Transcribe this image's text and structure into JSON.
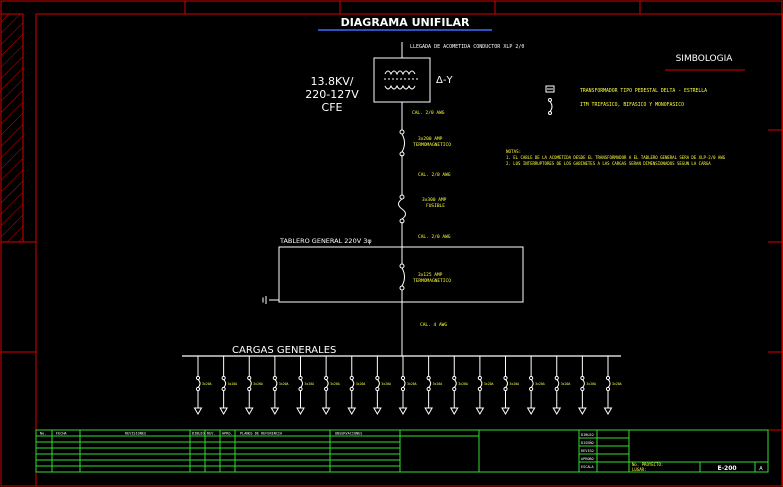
{
  "title": "DIAGRAMA UNIFILAR",
  "symbology_title": "SIMBOLOGIA",
  "supply": {
    "line1": "13.8KV/",
    "line2": "220-127V",
    "line3": "CFE",
    "connection_symbol": "Δ-Y",
    "service_entry": "LLEGADA DE ACOMETIDA CONDUCTOR XLP 2/0"
  },
  "single_line": {
    "cal_1": "CAL. 2/0 AWG",
    "breaker_main": "3x200 AMP",
    "breaker_main_type": "TERMOMAGNETICO",
    "cal_2": "CAL. 2/0 AWG",
    "fuse": "3x300 AMP",
    "fuse_type": "FUSIBLE",
    "cal_3": "CAL. 2/0 AWG",
    "panel_title": "TABLERO GENERAL 220V 3φ",
    "breaker_panel": "3x125 AMP",
    "breaker_panel_type": "TERMOMAGNETICO",
    "cal_4": "CAL. 4 AWG",
    "loads_title": "CARGAS GENERALES",
    "branch_count": 17,
    "branch_label": "3x20A"
  },
  "symbology_items": [
    {
      "icon": "transformer-symbol-icon",
      "text": "TRANSFORMADOR TIPO PEDESTAL DELTA - ESTRELLA"
    },
    {
      "icon": "breaker-symbol-icon",
      "text": "ITM  TRIFASICO, BIFASICO Y MONOFASICO"
    }
  ],
  "notes": {
    "title": "NOTAS:",
    "items": [
      "1. EL CABLE DE LA ACOMETIDA DESDE EL TRANSFORMADOR A EL TABLERO GENERAL SERA DE XLP-2/0 AWG",
      "2. LOS INTERRUPTORES DE LOS GABINETES A LAS CARGAS SERAN DIMENSIONADOS SEGUN LA CARGA"
    ]
  },
  "title_block": {
    "rev_header": [
      "No.",
      "FECHA",
      "REVISIONES",
      "DIBUJO",
      "REV.",
      "APRO."
    ],
    "ref_header": "PLANOS DE REFERENCIA",
    "remarks_header": "OBSERVACIONES",
    "roles": [
      "DIBUJO",
      "DISEÑO",
      "REVISO",
      "APROBO",
      "ESCALA"
    ],
    "project_label": "No. PROYECTO:",
    "project_value": "LUGAR:",
    "sheet_code": "E-200",
    "sheet_number": "A"
  },
  "colors": {
    "background": "#000000",
    "frame": "#d40000",
    "lines": "#ffffff",
    "title_block_lines": "#33dd33",
    "small_text": "#ffff3c",
    "hatch": "#d40000"
  }
}
